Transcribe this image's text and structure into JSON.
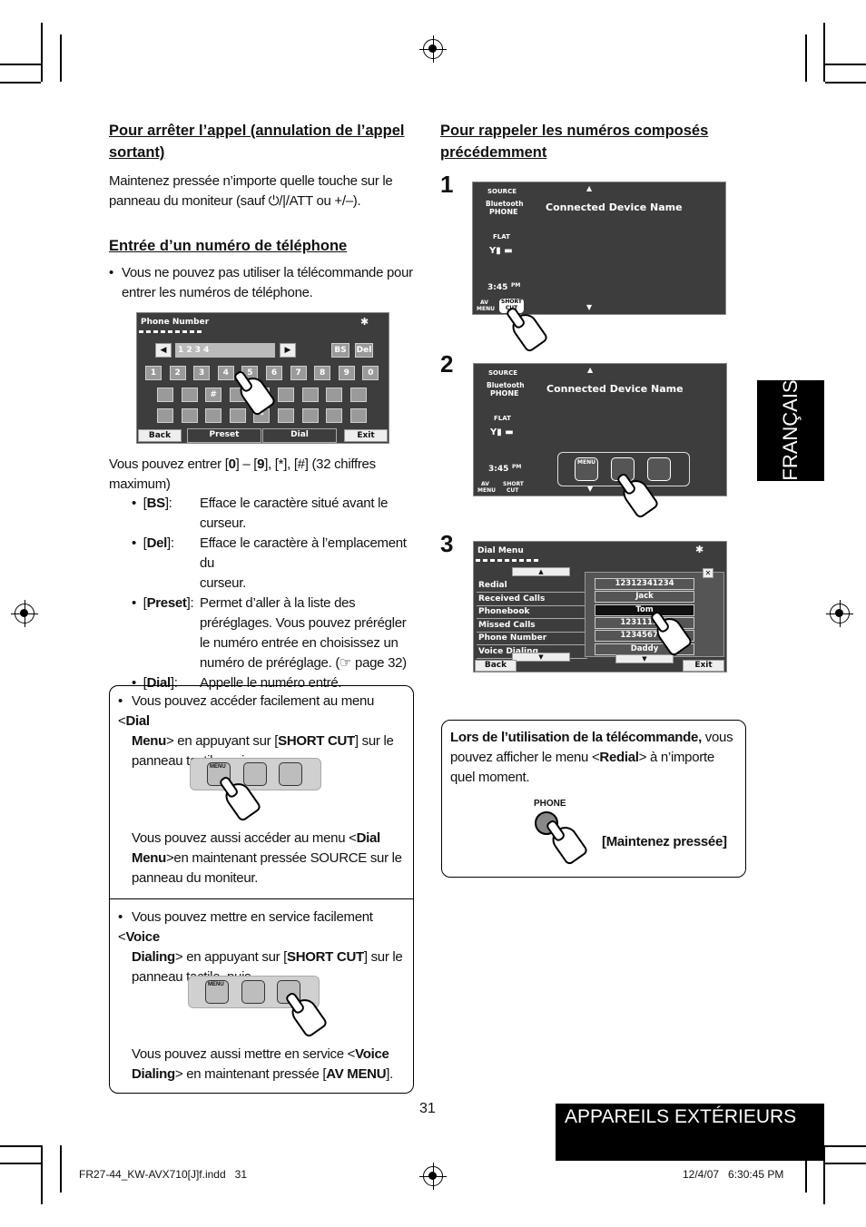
{
  "left": {
    "h1": "Pour arrêter l’appel (annulation de l’appel sortant)",
    "p1a": "Maintenez pressée n’importe quelle touche sur le",
    "p1b": "panneau du moniteur (sauf ",
    "p1c": "/ATT ou +/–).",
    "h2": "Entrée d’un numéro de téléphone",
    "bullet1a": "Vous ne pouvez pas utiliser la télécommande pour",
    "bullet1b": "entrer les numéros de téléphone.",
    "entry_a": "Vous pouvez entrer [",
    "entry_0": "0",
    "entry_b": "] – [",
    "entry_9": "9",
    "entry_c": "], [*], [#] (32 chiffres",
    "entry_d": "maximum)",
    "defs": [
      {
        "key": "BS",
        "lines": [
          "Efface le caractère situé avant le",
          "curseur."
        ]
      },
      {
        "key": "Del",
        "lines": [
          "Efface le caractère à l’emplacement du",
          "curseur."
        ]
      },
      {
        "key": "Preset",
        "lines": [
          "Permet d’aller à la liste des",
          "préréglages. Vous pouvez prérégler",
          "le numéro entrée en choisissez un",
          "numéro de préréglage. (☞ page 32)"
        ]
      },
      {
        "key": "Dial",
        "lines": [
          "Appelle le numéro entré."
        ]
      }
    ]
  },
  "phone_screen": {
    "title": "Phone Number",
    "number": "1 2 3 4",
    "bs": "BS",
    "del": "Del",
    "digits": [
      "1",
      "2",
      "3",
      "4",
      "5",
      "6",
      "7",
      "8",
      "9",
      "0"
    ],
    "hash": "#",
    "star": "*",
    "back": "Back",
    "preset": "Preset",
    "dial": "Dial",
    "exit": "Exit"
  },
  "box1": {
    "l1a": "Vous pouvez accéder facilement au menu <",
    "l1b": "Dial",
    "l2a": "Menu",
    "l2b": "> en appuyant sur [",
    "l2c": "SHORT CUT",
    "l2d": "] sur le",
    "l3": "panneau tactile, puis...",
    "l4a": "Vous pouvez aussi accéder au menu <",
    "l4b": "Dial",
    "l5a": "Menu",
    "l5b": ">en maintenant pressée SOURCE sur le",
    "l6": "panneau du moniteur."
  },
  "box2": {
    "l1a": "Vous pouvez mettre en service facilement <",
    "l1b": "Voice",
    "l2a": "Dialing",
    "l2b": "> en appuyant sur [",
    "l2c": "SHORT CUT",
    "l2d": "] sur le",
    "l3": "panneau tactile, puis...",
    "l4a": "Vous pouvez aussi mettre en service <",
    "l4b": "Voice",
    "l5a": "Dialing",
    "l5b": "> en maintenant pressée [",
    "l5c": "AV MENU",
    "l5d": "]."
  },
  "menu_label": "MENU",
  "right": {
    "h1": "Pour rappeler les numéros composés précédemment",
    "steps": [
      "1",
      "2",
      "3"
    ]
  },
  "screen1": {
    "source": "SOURCE",
    "bt1": "Bluetooth",
    "bt2": "PHONE",
    "device": "Connected Device Name",
    "flat": "FLAT",
    "time": "3:45",
    "pm": "PM",
    "av": "AV",
    "menu": "MENU",
    "short": "SHORT",
    "cut": "CUT"
  },
  "dial_menu": {
    "title": "Dial Menu",
    "items": [
      "Redial",
      "Received Calls",
      "Phonebook",
      "Missed Calls",
      "Phone Number",
      "Voice Dialing"
    ],
    "numbers": [
      "12312341234",
      "Jack",
      "Tom",
      "123111122",
      "123456789",
      "Daddy"
    ],
    "back": "Back",
    "exit": "Exit"
  },
  "remote_box": {
    "l1a": "Lors de l’utilisation de la télécommande,",
    "l1b": " vous",
    "l2a": "pouvez afficher le menu <",
    "l2b": "Redial",
    "l2c": "> à n’importe",
    "l3": "quel moment.",
    "phone": "PHONE",
    "hold": "[Maintenez pressée]"
  },
  "side_tab": "FRANÇAIS",
  "footer_tab": "APPAREILS EXTÉRIEURS",
  "page_number": "31",
  "slug_left": "FR27-44_KW-AVX710[J]f.indd   31",
  "slug_right": "12/4/07   6:30:45 PM"
}
